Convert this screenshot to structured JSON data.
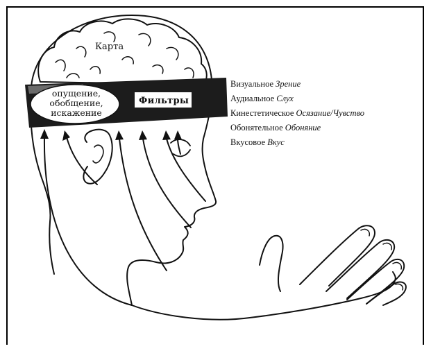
{
  "map_label": "Карта",
  "filters_label": "Фильтры",
  "process_lines": [
    "опущение,",
    "обобщение,",
    "искажение"
  ],
  "senses": [
    {
      "system": "Визуальное",
      "sense": "Зрение"
    },
    {
      "system": "Аудиальное",
      "sense": "Слух"
    },
    {
      "system": "Кинестетическое",
      "sense": "Осязание/Чувство"
    },
    {
      "system": "Обонятельное",
      "sense": "Обоняние"
    },
    {
      "system": "Вкусовое",
      "sense": "Вкус"
    }
  ]
}
